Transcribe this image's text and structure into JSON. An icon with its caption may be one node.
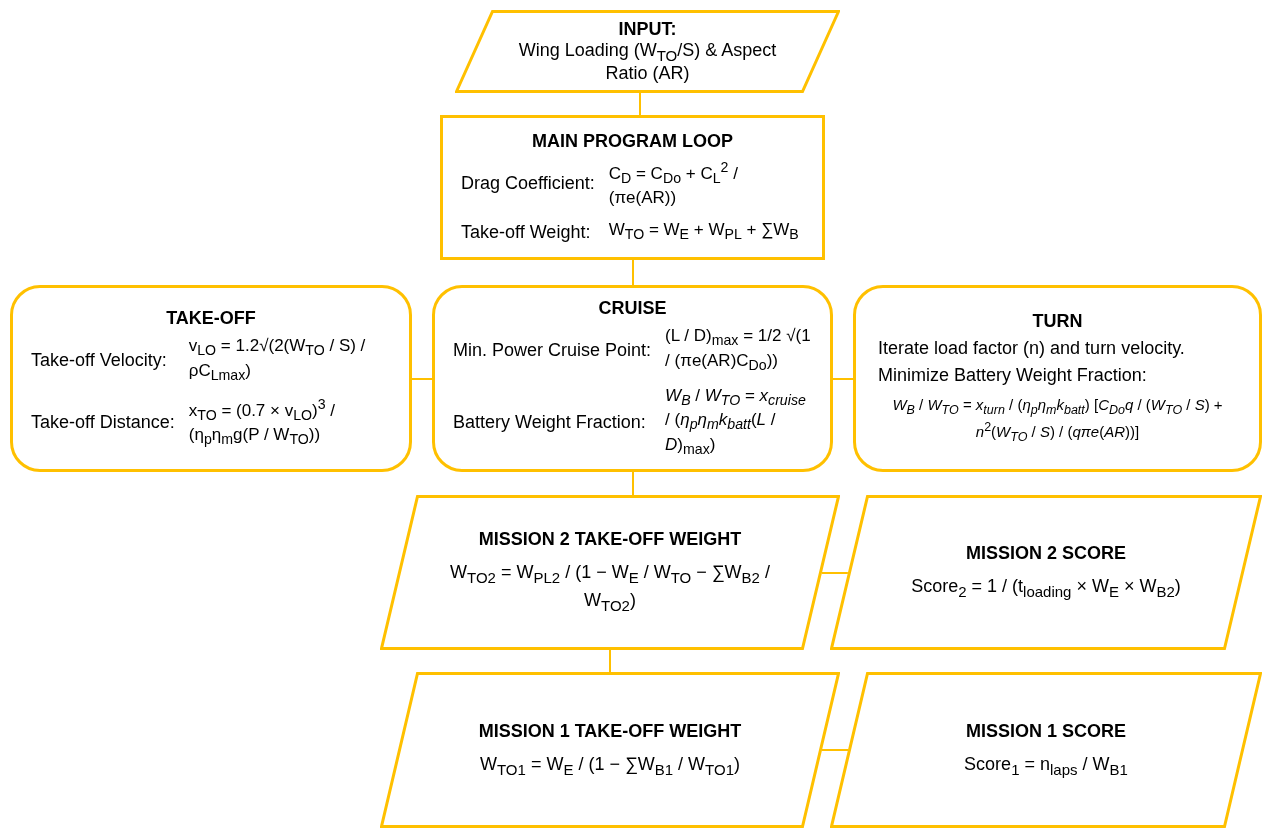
{
  "diagram": {
    "nodes": [
      {
        "text": [
          "INPUT:",
          "Wing Loading (W$_{TO}$/S) & Aspect Ratio (AR)"
        ]
      },
      {
        "text": [
          "MAIN PROGRAM LOOP",
          "Drag Coefficient:",
          "C$_{D}$ = C$_{Do}$ + C$_{L}$$^{2}$ / (πe(AR))",
          "Take-off Weight:",
          "W$_{TO}$ = W$_{E}$ + W$_{PL}$ + ∑W$_{B}$"
        ]
      },
      {
        "text": [
          "TAKE-OFF",
          "Take-off Velocity:",
          "v$_{LO}$ = 1.2√(2(W$_{TO}$ / S) / ρC$_{Lmax}$)",
          "Take-off Distance:",
          "x$_{TO}$ = (0.7 × v$_{LO}$)$^{3}$ / (η$_{p}$η$_{m}$g(P / W$_{TO}$))"
        ]
      },
      {
        "text": [
          "CRUISE",
          "Min. Power Cruise Point:",
          "(L / D)$_{max}$ = 1/2 √(1 / (πe(AR)C$_{Do}$))",
          "Battery Weight Fraction:",
          "*W$_{B}$* / *W$_{TO}$* = *x$_{cruise}$* / (*η$_{p}$η$_{m}$k$_{batt}$*(*L* / *D*)$_{max}$)"
        ]
      },
      {
        "text": [
          "TURN",
          "Iterate load factor (n) and turn velocity.",
          "Minimize Battery Weight Fraction:",
          "*W$_{B}$* / *W$_{TO}$* = *x$_{turn}$* / (*η$_{p}$η$_{m}$k$_{batt}$*) [*C$_{Do}$q* / (*W$_{TO}$* / *S*) + *n*$^{2}$(*W$_{TO}$* / *S*) / (*qπe*(*AR*))]"
        ]
      },
      {
        "text": [
          "MISSION 2 TAKE-OFF WEIGHT",
          "W$_{TO2}$ = W$_{PL2}$ / (1 − W$_{E}$ / W$_{TO}$ − ∑W$_{B2}$ / W$_{TO2}$)"
        ]
      },
      {
        "text": [
          "MISSION 2 SCORE",
          "Score$_{2}$ = 1 / (t$_{loading}$ × W$_{E}$ × W$_{B2}$)"
        ]
      },
      {
        "text": [
          "MISSION 1 TAKE-OFF WEIGHT",
          "W$_{TO1}$ = W$_{E}$ / (1 − ∑W$_{B1}$ / W$_{TO1}$)"
        ]
      },
      {
        "text": [
          "MISSION 1 SCORE",
          "Score$_{1}$ = n$_{laps}$ / W$_{B1}$"
        ]
      }
    ],
    "edges": [
      {
        "from": 0,
        "to": 1,
        "arrow": "none"
      },
      {
        "from": 1,
        "to": 3,
        "arrow": "none"
      },
      {
        "from": 2,
        "to": 3,
        "arrow": "none"
      },
      {
        "from": 3,
        "to": 4,
        "arrow": "none"
      },
      {
        "from": 3,
        "to": 5,
        "arrow": "none"
      },
      {
        "from": 5,
        "to": 6,
        "arrow": "none"
      },
      {
        "from": 5,
        "to": 7,
        "arrow": "none"
      },
      {
        "from": 7,
        "to": 8,
        "arrow": "none"
      }
    ]
  }
}
